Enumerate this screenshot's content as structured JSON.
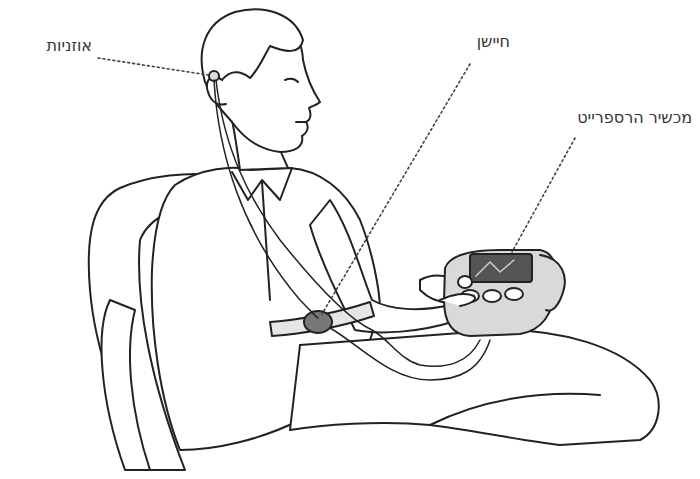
{
  "diagram": {
    "labels": [
      "אוזניות",
      "חיישן",
      "מכשיר הרספרייט"
    ]
  }
}
